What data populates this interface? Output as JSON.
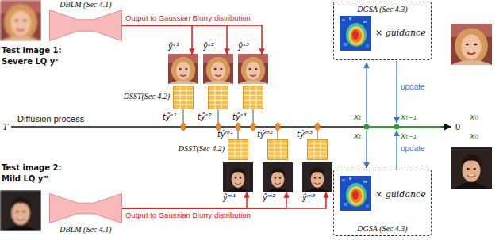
{
  "diagram": {
    "nodes": [
      {
        "text": [
          "Test image 1:",
          "Severe LQ yˢ"
        ]
      },
      {
        "text": [
          "DBLM (Sec 4.1)"
        ]
      },
      {
        "text": [
          "ŷˢ¹"
        ]
      },
      {
        "text": [
          "ŷˢ²"
        ]
      },
      {
        "text": [
          "ŷˢ³"
        ]
      },
      {
        "text": [
          "DSST(Sec 4.2)"
        ]
      },
      {
        "text": [
          "DGSA (Sec 4.3)",
          "× guidance"
        ]
      },
      {
        "text": [
          "Test image 2:",
          "Mild LQ yᵐ"
        ]
      },
      {
        "text": [
          "DBLM (Sec 4.1)"
        ]
      },
      {
        "text": [
          "DSST(Sec 4.2)"
        ]
      },
      {
        "text": [
          "ŷᵐ¹"
        ]
      },
      {
        "text": [
          "ŷᵐ²"
        ]
      },
      {
        "text": [
          "ŷᵐ³"
        ]
      },
      {
        "text": [
          "DGSA (Sec 4.3)",
          "× guidance"
        ]
      }
    ],
    "edges": [
      {
        "from": 1,
        "to": 2,
        "arrow": "to",
        "label": "Output to Gaussian Blurry distribution"
      },
      {
        "from": 1,
        "to": 3,
        "arrow": "to"
      },
      {
        "from": 1,
        "to": 4,
        "arrow": "to"
      },
      {
        "from": 8,
        "to": 10,
        "arrow": "to",
        "label": "Output to Gaussian Blurry distribution"
      },
      {
        "from": 8,
        "to": 11,
        "arrow": "to"
      },
      {
        "from": 8,
        "to": 12,
        "arrow": "to"
      }
    ],
    "labels": [
      "T",
      "Diffusion process",
      "0",
      "tŷˢ¹",
      "tŷˢ²",
      "tŷˢ³",
      "tŷᵐ¹",
      "tŷᵐ²",
      "tŷᵐ³",
      "xₜ",
      "xₜ₋₁",
      "x₀",
      "update",
      "xₜ",
      "xₜ₋₁",
      "x₀",
      "update"
    ]
  }
}
